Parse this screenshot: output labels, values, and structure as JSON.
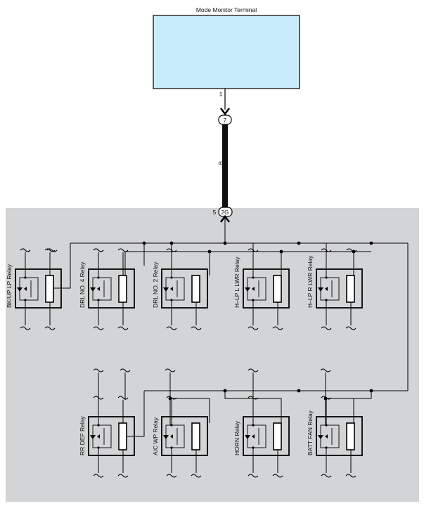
{
  "terminal": {
    "title": "Mode Monitor Terminal",
    "pin": "1",
    "fill_color": "#c9ecfa"
  },
  "connector_top": {
    "id": "7"
  },
  "wire": {
    "color_code": "B",
    "color": "#111111"
  },
  "connector_junction": {
    "id": "2G",
    "pin": "5"
  },
  "block": {
    "fill_color": "#d3d4d6"
  },
  "relays_top": [
    {
      "label": "BK/UP LP Relay"
    },
    {
      "label": "DRL NO. 4 Relay"
    },
    {
      "label": "DRL NO. 2 Relay"
    },
    {
      "label": "H–LP L LWR Relay"
    },
    {
      "label": "H–LP R LWR Relay"
    }
  ],
  "relays_bottom": [
    {
      "label": "RR DEF Relay"
    },
    {
      "label": "A/C WP Relay"
    },
    {
      "label": "HORN Relay"
    },
    {
      "label": "BATT FAN Relay"
    }
  ]
}
